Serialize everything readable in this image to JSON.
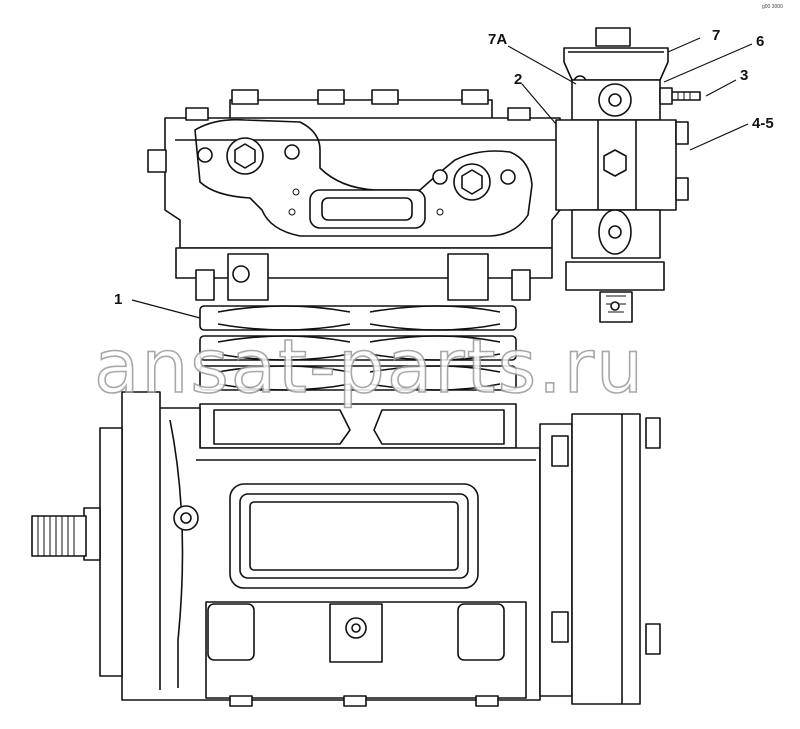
{
  "figure": {
    "callouts": {
      "c1": "1",
      "c2": "2",
      "c3": "3",
      "c45": "4-5",
      "c6": "6",
      "c7": "7",
      "c7a": "7A"
    },
    "corner_code": "g00 3000",
    "watermark": "ansat-parts.ru"
  },
  "colors": {
    "ink": "#111111",
    "paper": "#ffffff",
    "watermark_outline": "#9a9a9a"
  }
}
